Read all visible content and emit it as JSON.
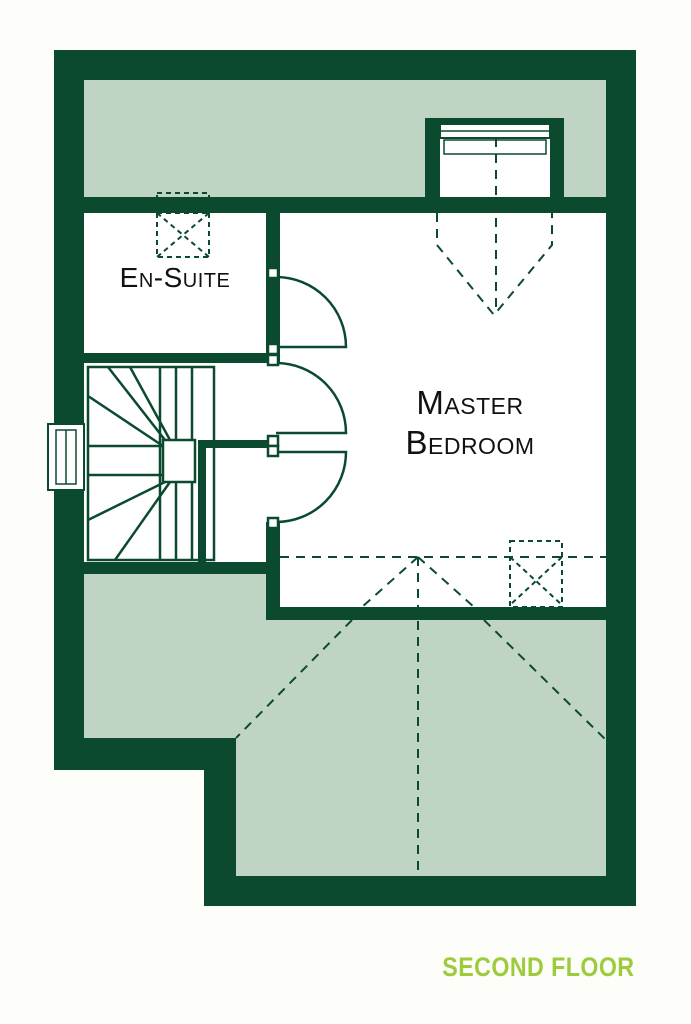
{
  "rooms": {
    "ensuite": "En-Suite",
    "master_line1": "Master",
    "master_line2": "Bedroom"
  },
  "floor_title": "SECOND FLOOR",
  "colors": {
    "wall": "#0b4a2e",
    "eaves": "#bfd4c2",
    "floor": "#ffffff",
    "background": "#fdfdf9",
    "title": "#9ecb3d"
  }
}
